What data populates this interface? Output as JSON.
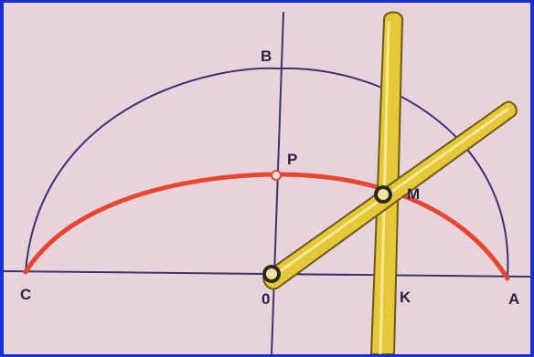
{
  "labels": {
    "B": "B",
    "P": "P",
    "M": "M",
    "C": "C",
    "O": "0",
    "K": "K",
    "A": "A"
  },
  "colors": {
    "frame": "#1a2fd0",
    "paper": "#e8d3dd",
    "ink": "#3a3470",
    "red_arc": "#e8472f",
    "rod_fill": "#e4c83a",
    "rod_edge": "#6a5a12"
  }
}
